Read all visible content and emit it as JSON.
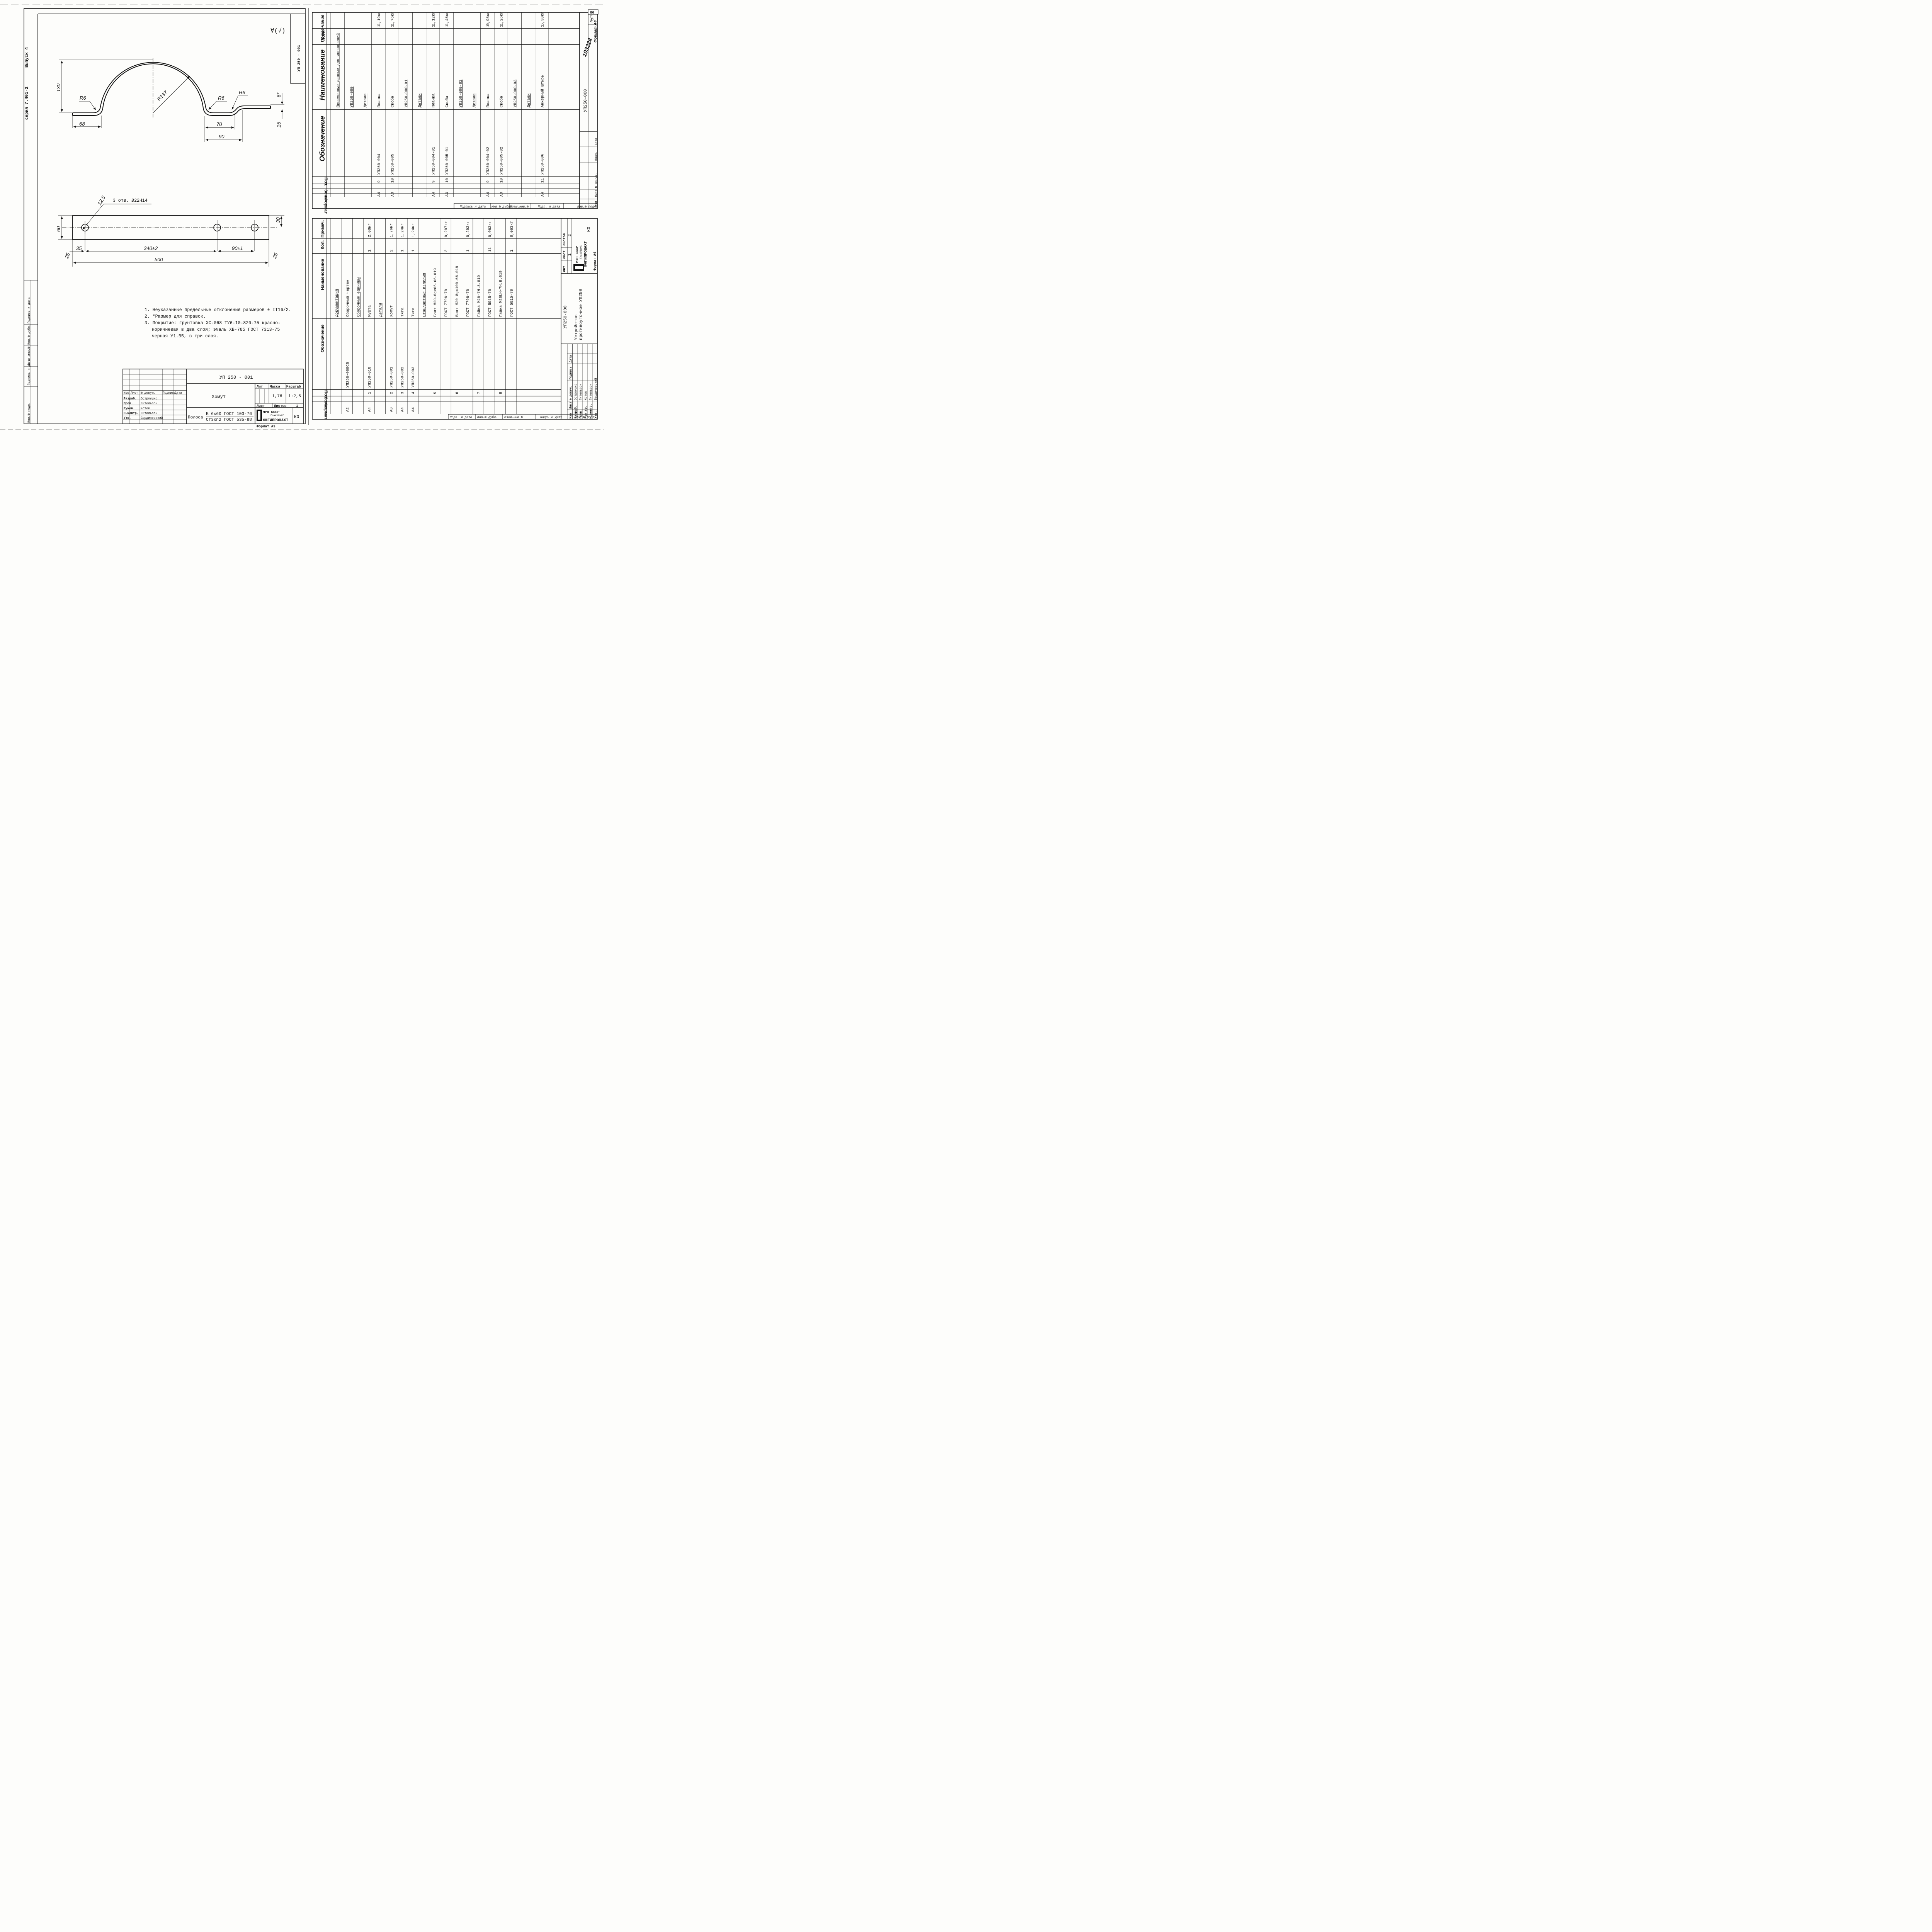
{
  "page_number": "80",
  "left_sheet": {
    "series": "серия 7.401-2",
    "issue": "Выпуск 4",
    "roughness": "∀(√)",
    "stamp_code": "УП 250 - 001",
    "dimensions": {
      "height_130": "130",
      "r6_left": "R6",
      "r137": "R137",
      "r6_mid": "R6",
      "r6_right": "R6",
      "six_star": "6*",
      "d68": "68",
      "d70": "70",
      "d90": "90",
      "d15": "15",
      "d125": "12,5",
      "holes": "3 отв. Ø22H14",
      "d60": "60",
      "d30": "30",
      "d35": "35",
      "d340": "340±2",
      "d90tol": "90±1",
      "d25a": "25",
      "d25b": "25",
      "d500": "500"
    },
    "notes": [
      "1. Неуказанные предельные отклонения размеров ± IT16/2.",
      "2. *Размер для справок.",
      "3. Покрытие: грунтовка ХС-068 ТУ6-10-820-75 красно-",
      "коричневая в два слоя; эмаль ХВ-785 ГОСТ 7313-75",
      "черная У1.В5, в три слоя."
    ],
    "side_strip_labels": [
      "Инв.№ подл.",
      "Подпись и дата",
      "Взам.инв.№",
      "Инв.№ дубл.",
      "Подпись и дата"
    ],
    "title_block": {
      "doc_code": "УП 250 - 001",
      "name": "Хомут",
      "lit_label": "Лит",
      "mass_label": "Масса",
      "scale_label": "Масштаб",
      "mass": "1,76",
      "scale": "1:2,5",
      "sheet_label": "Лист",
      "sheets_label": "Листов",
      "sheets_count": "1",
      "material_prefix": "Полоса",
      "material_top": "Б 6х60 ГОСТ 103-76",
      "material_bottom": "Ст3кп2 ГОСТ 535-88",
      "org_line1": "МУП СССР",
      "org_line2": "ГлавУШиКС",
      "org_line3": "ЮЖГИПРОШАХТ",
      "ko": "КО",
      "format": "Формат А3",
      "head_cols": [
        "Изм",
        "Лист",
        "№ докум.",
        "Подпись",
        "Дата"
      ],
      "people": [
        {
          "role": "Разраб.",
          "name": "Остроушко"
        },
        {
          "role": "Пров.",
          "name": "Гительзон"
        },
        {
          "role": "Руков.",
          "name": "Коток"
        },
        {
          "role": "Н.контр.",
          "name": "Гительзон"
        },
        {
          "role": "Утв.",
          "name": "Бердичевский"
        }
      ]
    }
  },
  "spec_top": {
    "headers": [
      "Формат",
      "Зона",
      "Поз.",
      "Обозначение",
      "Наименование",
      "Кол.",
      "Приме-чание"
    ],
    "rows": [
      {
        "fmt": "",
        "zone": "",
        "pos": "",
        "des": "",
        "name": "Переменные данные для исполнений",
        "qty": "",
        "note": "",
        "u": true
      },
      {
        "fmt": "",
        "zone": "",
        "pos": "",
        "des": "",
        "name": "УП250-000",
        "qty": "",
        "note": "",
        "u": true
      },
      {
        "fmt": "",
        "zone": "",
        "pos": "",
        "des": "",
        "name": "Детали",
        "qty": "",
        "note": "",
        "u": true
      },
      {
        "fmt": "А4",
        "zone": "",
        "pos": "9",
        "des": "УП250-004",
        "name": "Планка",
        "qty": "1",
        "note": "1,19кг",
        "u": false
      },
      {
        "fmt": "А3",
        "zone": "",
        "pos": "10",
        "des": "УП250-005",
        "name": "Скоба",
        "qty": "1",
        "note": "1,76кг",
        "u": false
      },
      {
        "fmt": "",
        "zone": "",
        "pos": "",
        "des": "",
        "name": "УП250-000-01",
        "qty": "",
        "note": "",
        "u": true
      },
      {
        "fmt": "",
        "zone": "",
        "pos": "",
        "des": "",
        "name": "Детали",
        "qty": "",
        "note": "",
        "u": true
      },
      {
        "fmt": "А4",
        "zone": "",
        "pos": "9",
        "des": "УП250-004-01",
        "name": "Планка",
        "qty": "1",
        "note": "1,12кг",
        "u": false
      },
      {
        "fmt": "А3",
        "zone": "",
        "pos": "10",
        "des": "УП250-005-01",
        "name": "Скоба",
        "qty": "1",
        "note": "1,45кг",
        "u": false
      },
      {
        "fmt": "",
        "zone": "",
        "pos": "",
        "des": "",
        "name": "УП250-000-02",
        "qty": "",
        "note": "",
        "u": true
      },
      {
        "fmt": "",
        "zone": "",
        "pos": "",
        "des": "",
        "name": "Детали",
        "qty": "",
        "note": "",
        "u": true
      },
      {
        "fmt": "А4",
        "zone": "",
        "pos": "9",
        "des": "УП250-004-02",
        "name": "Планка",
        "qty": "1",
        "note": "0,98кг",
        "u": false
      },
      {
        "fmt": "А3",
        "zone": "",
        "pos": "10",
        "des": "УП250-005-02",
        "name": "Скоба",
        "qty": "1",
        "note": "1,26кг",
        "u": false
      },
      {
        "fmt": "",
        "zone": "",
        "pos": "",
        "des": "",
        "name": "УП250-000-03",
        "qty": "",
        "note": "",
        "u": true
      },
      {
        "fmt": "",
        "zone": "",
        "pos": "",
        "des": "",
        "name": "Детали",
        "qty": "",
        "note": "",
        "u": true
      },
      {
        "fmt": "А4",
        "zone": "",
        "pos": "11",
        "des": "УП250-006",
        "name": "Анкерный штырь",
        "qty": "1",
        "note": "5,38кг",
        "u": false
      }
    ],
    "doc_code": "УП250-000",
    "sheet_label": "Лист",
    "sheet_no": "2",
    "handwritten_no": "103224",
    "format": "Формат А4",
    "mini_cols": [
      "Изм",
      "Лист",
      "№ докум.",
      "Подп.",
      "Дата"
    ],
    "strip_labels": [
      "Инв.№ подл.",
      "Подп. и дата",
      "Взам.инв.№",
      "Инв.№ дубл.",
      "Подпись и дата"
    ]
  },
  "spec_bottom": {
    "headers": [
      "Формат",
      "Зона",
      "Поз.",
      "Обозначение",
      "Наименование",
      "Кол.",
      "Примеч."
    ],
    "rows": [
      {
        "fmt": "",
        "zone": "",
        "pos": "",
        "des": "",
        "name": "Документация",
        "qty": "",
        "note": "",
        "u": true
      },
      {
        "fmt": "А2",
        "zone": "",
        "pos": "",
        "des": "УП250-000СБ",
        "name": "Сборочный чертеж",
        "qty": "",
        "note": "",
        "u": false
      },
      {
        "fmt": "",
        "zone": "",
        "pos": "",
        "des": "",
        "name": "Сборочные единицы",
        "qty": "",
        "note": "",
        "u": true
      },
      {
        "fmt": "А4",
        "zone": "",
        "pos": "1",
        "des": "УП250-010",
        "name": "Муфта",
        "qty": "1",
        "note": "2,08кг",
        "u": false
      },
      {
        "fmt": "",
        "zone": "",
        "pos": "",
        "des": "",
        "name": "Детали",
        "qty": "",
        "note": "",
        "u": true
      },
      {
        "fmt": "А3",
        "zone": "",
        "pos": "2",
        "des": "УП250-001",
        "name": "Хомут",
        "qty": "2",
        "note": "1,76кг",
        "u": false
      },
      {
        "fmt": "А4",
        "zone": "",
        "pos": "3",
        "des": "УП250-002",
        "name": "Тяга",
        "qty": "1",
        "note": "1,24кг",
        "u": false
      },
      {
        "fmt": "А4",
        "zone": "",
        "pos": "4",
        "des": "УП250-003",
        "name": "Тяга",
        "qty": "1",
        "note": "1,24кг",
        "u": false
      },
      {
        "fmt": "",
        "zone": "",
        "pos": "",
        "des": "",
        "name": "Стандартные изделия",
        "qty": "",
        "note": "",
        "u": true
      },
      {
        "fmt": "",
        "zone": "",
        "pos": "5",
        "des": "",
        "name": "Болт М20-8gx65.66.019",
        "qty": "",
        "note": "",
        "u": false
      },
      {
        "fmt": "",
        "zone": "",
        "pos": "",
        "des": "",
        "name": "ГОСТ 7796-70",
        "qty": "2",
        "note": "0,207кг",
        "u": false
      },
      {
        "fmt": "",
        "zone": "",
        "pos": "6",
        "des": "",
        "name": "Болт М20-8gx100.66.019",
        "qty": "",
        "note": "",
        "u": false
      },
      {
        "fmt": "",
        "zone": "",
        "pos": "",
        "des": "",
        "name": "ГОСТ 7796-70",
        "qty": "1",
        "note": "0,293кг",
        "u": false
      },
      {
        "fmt": "",
        "zone": "",
        "pos": "7",
        "des": "",
        "name": "Гайка М20-7Н.8.019",
        "qty": "",
        "note": "",
        "u": false
      },
      {
        "fmt": "",
        "zone": "",
        "pos": "",
        "des": "",
        "name": "ГОСТ 5915-70",
        "qty": "11",
        "note": "0,063кг",
        "u": false
      },
      {
        "fmt": "",
        "zone": "",
        "pos": "8",
        "des": "",
        "name": "Гайка М20LН-7Н.8.019",
        "qty": "",
        "note": "",
        "u": false
      },
      {
        "fmt": "",
        "zone": "",
        "pos": "",
        "des": "",
        "name": "ГОСТ 5915-70",
        "qty": "1",
        "note": "0,063кг",
        "u": false
      }
    ],
    "doc_code": "УП250-000",
    "title_line1": "Устройство",
    "title_line2": "противоугонное УП250",
    "lit_label": "Лит",
    "sheet_label": "Лист",
    "sheets_label": "Листов",
    "sheet_no": "1",
    "sheets_count": "2",
    "org_line1": "МУП СССР",
    "org_line2": "ГлавУШиКС",
    "org_line3": "ЮЖГИПРОШАХТ",
    "ko": "КО",
    "format": "Формат А4",
    "mini_cols": [
      "Изм",
      "Лист",
      "№ докум.",
      "Подпись",
      "Дата"
    ],
    "people": [
      {
        "role": "Разраб.",
        "name": "Остроушко"
      },
      {
        "role": "Пров.",
        "name": "Гительзон"
      },
      {
        "role": "Рук.гр.",
        "name": "Коток"
      },
      {
        "role": "Н.контр.",
        "name": "Гительзон"
      },
      {
        "role": "Утв.",
        "name": "Бердичевский"
      }
    ],
    "strip_labels": [
      "Инв.№ подл.",
      "Подп. и дата",
      "Взам.инв.№",
      "Инв.№ дубл.",
      "Подп. и дата"
    ]
  }
}
